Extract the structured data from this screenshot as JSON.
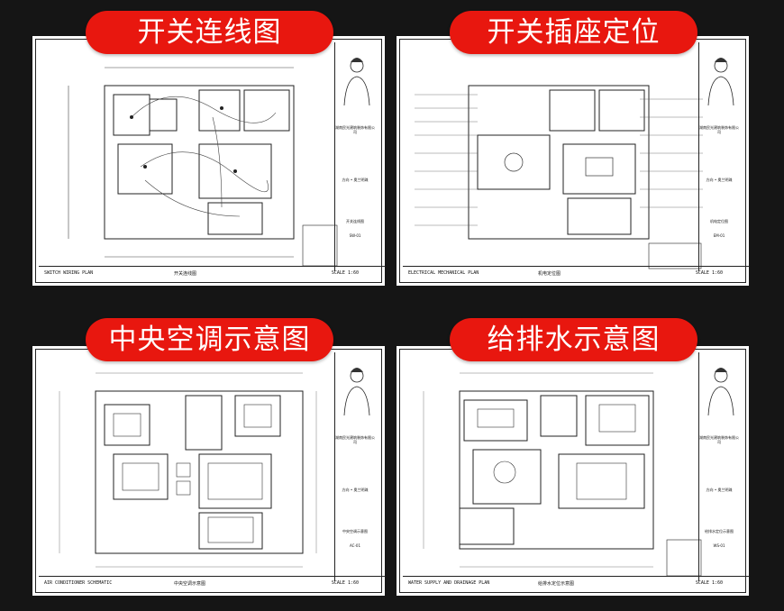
{
  "panels": [
    {
      "badge": "开关连线图",
      "footer_code": "SWITCH WIRING PLAN",
      "footer_title": "开关连线图",
      "scale": "SCALE 1:60",
      "sheet_label": "开关连线图",
      "sheet_no": "SW-01"
    },
    {
      "badge": "开关插座定位",
      "footer_code": "ELECTRICAL MECHANICAL PLAN",
      "footer_title": "机电定位图",
      "scale": "SCALE 1:60",
      "sheet_label": "机电定位图",
      "sheet_no": "EM-01"
    },
    {
      "badge": "中央空调示意图",
      "footer_code": "AIR CONDITIONER SCHEMATIC",
      "footer_title": "中央空调示意图",
      "scale": "SCALE 1:60",
      "sheet_label": "中央空调示意图",
      "sheet_no": "AC-01"
    },
    {
      "badge": "给排水示意图",
      "footer_code": "WATER SUPPLY AND DRAINAGE PLAN",
      "footer_title": "给排水定位示意图",
      "scale": "SCALE 1:60",
      "sheet_label": "给排水定位示意图",
      "sheet_no": "WS-01"
    }
  ],
  "titleblock": {
    "company": "湖南民光建筑装饰有限公司",
    "project": "方向 • 奥兰明珠"
  },
  "colors": {
    "badge_red": "#e8170f",
    "background": "#151515"
  }
}
